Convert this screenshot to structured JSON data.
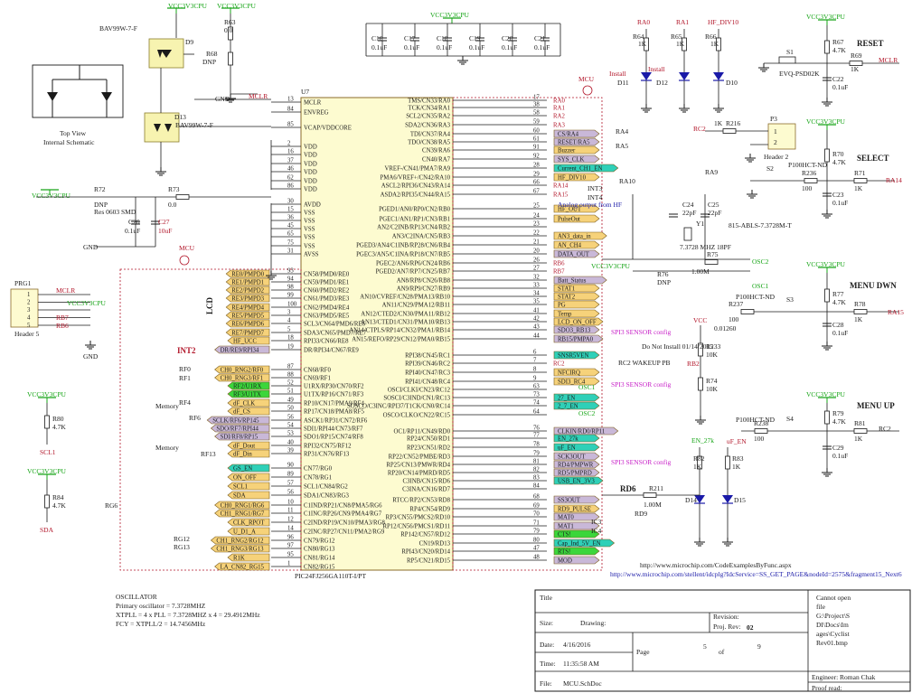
{
  "supply": {
    "vcc3v3": "VCC3V3CPU",
    "vcc": "VCC",
    "gnd": "GND"
  },
  "chip": {
    "ref": "U7",
    "part": "PIC24FJ256GA110T-I/PT",
    "section": "MCU"
  },
  "chip_left_top": [
    {
      "num": "13",
      "name": "MCLR"
    },
    {
      "num": "84",
      "name": "ENVREG"
    },
    {
      "num": "85",
      "name": "VCAP/VDDCORE"
    },
    {
      "num": "2",
      "name": "VDD"
    },
    {
      "num": "16",
      "name": "VDD"
    },
    {
      "num": "37",
      "name": "VDD"
    },
    {
      "num": "46",
      "name": "VDD"
    },
    {
      "num": "62",
      "name": "VDD"
    },
    {
      "num": "86",
      "name": "VDD"
    },
    {
      "num": "30",
      "name": "AVDD"
    },
    {
      "num": "15",
      "name": "VSS"
    },
    {
      "num": "36",
      "name": "VSS"
    },
    {
      "num": "45",
      "name": "VSS"
    },
    {
      "num": "65",
      "name": "VSS"
    },
    {
      "num": "75",
      "name": "VSS"
    },
    {
      "num": "31",
      "name": "AVSS"
    }
  ],
  "chip_left": [
    {
      "num": "93",
      "name": "CN58/PMD0/RE0",
      "net": "RE0/PMPD0"
    },
    {
      "num": "94",
      "name": "CN59/PMD1/RE1",
      "net": "RE1/PMPD1"
    },
    {
      "num": "98",
      "name": "CN60/PMD2/RE2",
      "net": "RE2/PMPD2"
    },
    {
      "num": "99",
      "name": "CN61/PMD3/RE3",
      "net": "RE3/PMPD3"
    },
    {
      "num": "100",
      "name": "CN62/PMD4/RE4",
      "net": "RE4/PMPD4"
    },
    {
      "num": "3",
      "name": "CN63/PMD5/RE5",
      "net": "RE5/PMPD5"
    },
    {
      "num": "4",
      "name": "SCL3/CN64/PMD6/RE6",
      "net": "RE6/PMPD6"
    },
    {
      "num": "5",
      "name": "SDA3/CN65/PMD7/RE7",
      "net": "RE7/PMPD7"
    },
    {
      "num": "18",
      "name": "RPI33/CN66/RE8",
      "net": "HF_UCC"
    },
    {
      "num": "19",
      "name": "DR/RPI34/CN67/RE9",
      "net": "DR/RE9/RPI34"
    },
    {
      "num": "87",
      "name": "CN68/RF0",
      "net": "CH0_RNG2/RF0"
    },
    {
      "num": "88",
      "name": "CN69/RF1",
      "net": "CH0_RNG3/RF1"
    },
    {
      "num": "52",
      "name": "U1RX/RP30/CN70/RF2",
      "net": "RF2/U1RX"
    },
    {
      "num": "51",
      "name": "U1TX/RP16/CN71/RF3",
      "net": "RF3/U1TX"
    },
    {
      "num": "49",
      "name": "RP10/CN17/PMA9/RF4",
      "net": "dF_CLK"
    },
    {
      "num": "50",
      "name": "RP17/CN18/PMA8/RF5",
      "net": "dF_CS"
    },
    {
      "num": "56",
      "name": "ASCK1/RP31/CN72/RF6",
      "net": "SCLK/RF6/RP145"
    },
    {
      "num": "54",
      "name": "SDI1/RPI44/CN73/RF7",
      "net": "SDO/RF7/RPI44"
    },
    {
      "num": "53",
      "name": "SDO1/RP15/CN74/RF8",
      "net": "SDI/RF8/RP15"
    },
    {
      "num": "40",
      "name": "RPI32/CN75/RF12",
      "net": "dF_Dout"
    },
    {
      "num": "39",
      "name": "RP31/CN76/RF13",
      "net": "dF_Din"
    },
    {
      "num": "90",
      "name": "CN77/RG0",
      "net": "GS_EN"
    },
    {
      "num": "89",
      "name": "CN78/RG1",
      "net": "ON_OFF"
    },
    {
      "num": "57",
      "name": "SCL1/CN84/RG2",
      "net": "SCL1"
    },
    {
      "num": "56",
      "name": "SDA1/CN83/RG3",
      "net": "SDA"
    },
    {
      "num": "10",
      "name": "C1IND/RP21/CN8/PMA5/RG6",
      "net": "CH0_RNG1/RG6"
    },
    {
      "num": "11",
      "name": "C1INC/RP26/CN9/PMA4/RG7",
      "net": "CH1_RNG1/RG7"
    },
    {
      "num": "12",
      "name": "C2IND/RP19/CN10/PMA3/RG8",
      "net": "CLK_RPOT"
    },
    {
      "num": "14",
      "name": "C2INC/RP27/CN11/PMA2/RG9",
      "net": "U_D1_A"
    },
    {
      "num": "96",
      "name": "CN79/RG12",
      "net": "CH1_RNG2/RG12"
    },
    {
      "num": "97",
      "name": "CN80/RG13",
      "net": "CH1_RNG3/RG13"
    },
    {
      "num": "95",
      "name": "CN81/RG14",
      "net": "R1K"
    },
    {
      "num": "1",
      "name": "CN82/RG15",
      "net": "LA_CN82_RG15"
    }
  ],
  "chip_right": [
    {
      "num": "17",
      "name": "TMS/CN33/RA0",
      "net": "RA0"
    },
    {
      "num": "38",
      "name": "TCK/CN34/RA1",
      "net": "RA1"
    },
    {
      "num": "58",
      "name": "SCL2/CN35/RA2",
      "net": "RA2"
    },
    {
      "num": "59",
      "name": "SDA2/CN36/RA3",
      "net": "RA3"
    },
    {
      "num": "60",
      "name": "TDI/CN37/RA4",
      "net": "CS/RA4"
    },
    {
      "num": "61",
      "name": "TDO/CN38/RA5",
      "net": "RESET/RA5"
    },
    {
      "num": "91",
      "name": "CN39/RA6",
      "net": "Buzzer"
    },
    {
      "num": "92",
      "name": "CN40/RA7",
      "net": "SYS_CLK"
    },
    {
      "num": "28",
      "name": "VREF-/CN41/PMA7/RA9",
      "net": "Current_CH1_EN"
    },
    {
      "num": "29",
      "name": "PMA6/VREF+/CN42/RA10",
      "net": "HF_DIV10"
    },
    {
      "num": "66",
      "name": "ASCL2/RPI36/CN43/RA14",
      "net": "RA14"
    },
    {
      "num": "67",
      "name": "ASDA2/RPI35/CN44/RA15",
      "net": "RA15"
    },
    {
      "num": "25",
      "name": "PGED1/AN0/RP0/CN2/RB0",
      "net": "HF_OUT"
    },
    {
      "num": "24",
      "name": "PGEC1/AN1/RP1/CN3/RB1",
      "net": "PulseOut"
    },
    {
      "num": "23",
      "name": "AN2/C2INB/RP13/CN4/RB2",
      "net": ""
    },
    {
      "num": "22",
      "name": "AN3/C2INA/CN5/RB3",
      "net": "AN3_data_in"
    },
    {
      "num": "21",
      "name": "PGED3/AN4/C1INB/RP28/CN6/RB4",
      "net": "AN_CH4"
    },
    {
      "num": "20",
      "name": "PGEC3/AN5/C1INA/RP18/CN7/RB5",
      "net": "DATA_OUT"
    },
    {
      "num": "26",
      "name": "PGEC2/AN6/RP6/CN24/RB6",
      "net": "RB6"
    },
    {
      "num": "27",
      "name": "PGED2/AN7/RP7/CN25/RB7",
      "net": "RB7"
    },
    {
      "num": "32",
      "name": "AN8/RP8/CN26/RB8",
      "net": "Batt_Status"
    },
    {
      "num": "33",
      "name": "AN9/RP9/CN27/RB9",
      "net": "STAT1"
    },
    {
      "num": "34",
      "name": "AN10/CVREF/CN28/PMA13/RB10",
      "net": "STAT2"
    },
    {
      "num": "35",
      "name": "AN11/CN29/PMA12/RB11",
      "net": "PG"
    },
    {
      "num": "41",
      "name": "AN12/CTED2/CN30/PMA11/RB12",
      "net": "Temp"
    },
    {
      "num": "42",
      "name": "AN13/CTED1/CN31/PMA10/RB13",
      "net": "LCD_ON_OFF"
    },
    {
      "num": "43",
      "name": "AN14/CTPLS/RP14/CN32/PMA1/RB14",
      "net": "SDO3_RB13"
    },
    {
      "num": "44",
      "name": "AN15/REFO/RP29/CN12/PMA0/RB15",
      "net": "RB15/PMPA0"
    },
    {
      "num": "6",
      "name": "RPI38/CN45/RC1",
      "net": "SNSR5VEN"
    },
    {
      "num": "7",
      "name": "RPI39/CN46/RC2",
      "net": "RC2"
    },
    {
      "num": "8",
      "name": "RPI40/CN47/RC3",
      "net": "NFCIRQ"
    },
    {
      "num": "9",
      "name": "RPI41/CN48/RC4",
      "net": "SDI3_RC4"
    },
    {
      "num": "63",
      "name": "OSCI/CLKI/CN23/RC12",
      "net": ""
    },
    {
      "num": "73",
      "name": "SOSCI/C3IND/CN1/RC13",
      "net": "27_EN"
    },
    {
      "num": "74",
      "name": "SOSCO/C3INC/RPI37/T1CK/CN0/RC14",
      "net": "2_7_EN"
    },
    {
      "num": "64",
      "name": "OSCO/CLKO/CN22/RC15",
      "net": ""
    },
    {
      "num": "76",
      "name": "OC1/RP11/CN49/RD0",
      "net": "CLKIN/RD0/RP11"
    },
    {
      "num": "77",
      "name": "RP24/CN50/RD1",
      "net": "EN_27k"
    },
    {
      "num": "78",
      "name": "RP23/CN51/RD2",
      "net": "uF_EN"
    },
    {
      "num": "79",
      "name": "RP22/CN52/PMBE/RD3",
      "net": "SCK3OUT"
    },
    {
      "num": "81",
      "name": "RP25/CN13/PMWR/RD4",
      "net": "RD4/PMPWR"
    },
    {
      "num": "82",
      "name": "RP20/CN14/PMRD/RD5",
      "net": "RD5/PMPRD"
    },
    {
      "num": "83",
      "name": "C3INB/CN15/RD6",
      "net": "USB_EN_3V3"
    },
    {
      "num": "84",
      "name": "C3INA/CN16/RD7",
      "net": ""
    },
    {
      "num": "68",
      "name": "RTCC/RP2/CN53/RD8",
      "net": "SS3OUT"
    },
    {
      "num": "69",
      "name": "RP4/CN54/RD9",
      "net": "RD9_PULSE"
    },
    {
      "num": "70",
      "name": "RP3/CN55/PMCS2/RD10",
      "net": "MAT0"
    },
    {
      "num": "71",
      "name": "RP12/CN56/PMCS1/RD11",
      "net": "MAT1"
    },
    {
      "num": "79",
      "name": "RP142/CN57/RD12",
      "net": "CTS!"
    },
    {
      "num": "80",
      "name": "CN19/RD13",
      "net": "Cap_Ind_5V_EN"
    },
    {
      "num": "47",
      "name": "RPI43/CN20/RD14",
      "net": "RTS!"
    },
    {
      "num": "48",
      "name": "RP5/CN21/RD15",
      "net": "MOD"
    }
  ],
  "labels": {
    "top_view": "Top View",
    "internal_schematic": "Internal Schematic",
    "bav": "BAV99W-7-F",
    "lcd": "LCD",
    "int2": "INT2",
    "memory1": "Memory",
    "memory2": "Memory",
    "rd6": "RD6",
    "rd9": "RD9",
    "wakeup": "RC2 WAKEUP PB",
    "rb2": "RB2",
    "osc1": "OSC1",
    "osc2": "OSC2",
    "int3": "INT3",
    "int4": "INT4",
    "ic3": "IC3",
    "ic4": "IC4",
    "install": "Install",
    "analog_hf": "Analog output from HF",
    "spi3_1": "SPI3 SENSOR config",
    "spi3_2": "SPI3 SENSOR config",
    "spi3_3": "SPI3 SENSOR config",
    "do_not_install": "Do Not Install 01/14/2015",
    "reset": "RESET",
    "select": "SELECT",
    "menu_dwn": "MENU DWN",
    "menu_up": "MENU UP",
    "rg6": "RG6",
    "rg12": "RG12",
    "rg13": "RG13",
    "rf0": "RF0",
    "rf1": "RF1",
    "rf4": "RF4",
    "rf13": "RF13",
    "rf6": "RF6",
    "ra4": "RA4",
    "ra5": "RA5",
    "ra9": "RA9",
    "ra10": "RA10",
    "mclr": "MCLR",
    "url1": "http://www.microchip.com/CodeExamplesByFunc.aspx",
    "url2": "http://www.microchip.com/stellent/idcplg?IdcService=SS_GET_PAGE&nodeId=2575&fragment15_Next6"
  },
  "oscillator": {
    "title": "OSCILLATOR",
    "line1": "Primary oscillator = 7.3728MHZ",
    "line2": "XTPLL = 4 x PLL = 7.3728MHZ x 4 = 29.4912MHz",
    "line3": "FCY = XTPLL/2 = 14.7456MHz"
  },
  "header_prg": {
    "ref": "PRG1",
    "name": "Header 5",
    "pins": [
      "1",
      "2",
      "3",
      "4",
      "5"
    ],
    "nets": [
      "MCLR",
      "VCC3V3CPU",
      "RB7",
      "RB6"
    ]
  },
  "header_p3": {
    "ref": "P3",
    "name": "Header 2",
    "pins": [
      "1",
      "2"
    ]
  },
  "components": {
    "r63": "R63",
    "r63v": "0.0",
    "r68": "R68",
    "r68v": "DNP",
    "r72": "R72",
    "r72v": "DNP",
    "r72p": "Res 0603 SMD",
    "r73": "R73",
    "r73v": "0.0",
    "c26": "C26",
    "c26v": "0.1uF",
    "c27": "C27",
    "c27v": "10uF",
    "d9": "D9",
    "d13": "D13",
    "c16": "C16",
    "c17": "C17",
    "c18": "C18",
    "c19": "C19",
    "c20": "C20",
    "c21": "C21",
    "capv": "0.1uF",
    "r64": "R64",
    "r65": "R65",
    "r66": "R66",
    "r1k": "1K",
    "d11": "D11",
    "d12": "D12",
    "d10": "D10",
    "hf_div10": "HF_DIV10",
    "s1": "S1",
    "s1p": "EVQ-PSD02K",
    "r67": "R67",
    "r67v": "4.7K",
    "r69": "R69",
    "r69v": "1K",
    "c22": "C22",
    "c22v": "0.1uF",
    "r216": "R216",
    "r216v": "1K",
    "s2": "S2",
    "s2p": "P100HCT-ND",
    "r70": "R70",
    "r70v": "4.7K",
    "r236": "R236",
    "r236v": "100",
    "r71": "R71",
    "r71v": "1K",
    "c23": "C23",
    "c23v": "0.1uF",
    "c24": "C24",
    "c24v": "22pF",
    "c25": "C25",
    "c25v": "22pF",
    "y1": "Y1",
    "y1v": "7.3728 MHZ 18PF",
    "y1p": "815-ABLS-7.3728M-T",
    "r75": "R75",
    "r75v": "1.00M",
    "r76": "R76",
    "r76v": "DNP",
    "s3": "S3",
    "s3p": "P100HCT-ND",
    "r77": "R77",
    "r77v": "4.7K",
    "r237": "R237",
    "r237v": "100",
    "r78": "R78",
    "r78v": "1K",
    "c28": "C28",
    "c28v": "0.1uF",
    "vcc_v": "0.01260",
    "r233": "R233",
    "r233v": "10K",
    "r74": "R74",
    "r74v": "10K",
    "s4": "S4",
    "s4p": "P100HCT-ND",
    "r79": "R79",
    "r79v": "4.7K",
    "r238": "R238",
    "r238v": "100",
    "r81": "R81",
    "r81v": "1K",
    "c29": "C29",
    "c29v": "0.1uF",
    "r82": "R82",
    "r83": "R83",
    "d14": "D14",
    "d15": "D15",
    "r211": "R211",
    "r211v": "1.00M",
    "r80": "R80",
    "r80v": "4.7K",
    "r84": "R84",
    "r84v": "4.7K",
    "scl1": "SCL1",
    "sda": "SDA",
    "en27k": "EN_27k",
    "uf_en": "uF_EN"
  },
  "title_block": {
    "title_label": "Title",
    "size_label": "Size:",
    "drawing_label": "Drawing:",
    "revision_label": "Revision:",
    "proj_rev_label": "Proj. Rev:",
    "proj_rev": "02",
    "date_label": "Date:",
    "date": "4/16/2016",
    "page_label": "Page",
    "page": "5",
    "of_label": "of",
    "of": "9",
    "time_label": "Time:",
    "time": "11:35:58 AM",
    "file_label": "File:",
    "file": "MCU.SchDoc",
    "engineer": "Engineer: Roman Chak",
    "proof": "Proof read:",
    "note1": "Cannot open",
    "note2": "file",
    "note3": "G:\\Project\\S",
    "note4": "DI\\Docs\\Im",
    "note5": "ages\\Cyclist",
    "note6": "Rev01.bmp"
  }
}
